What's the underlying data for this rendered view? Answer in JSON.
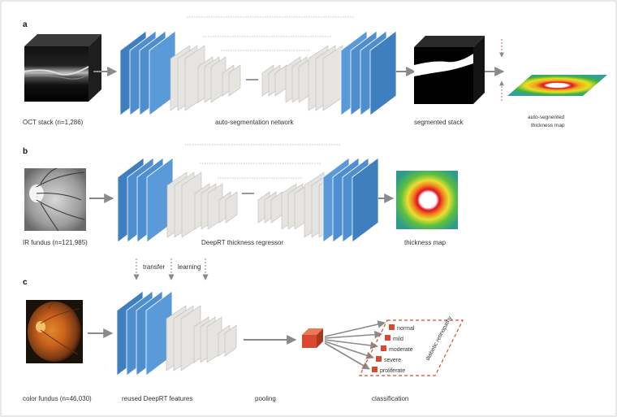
{
  "panels": {
    "a": {
      "letter": "a",
      "input_label": "OCT stack (n=1,286)",
      "network_label": "auto-segmentation network",
      "output_label": "segmented stack",
      "map_label_line1": "auto-segnented",
      "map_label_line2": "thickness map"
    },
    "b": {
      "letter": "b",
      "input_label": "IR fundus (n=121,985)",
      "network_label": "DeepRT thickness regressor",
      "output_label": "thickness map"
    },
    "c": {
      "letter": "c",
      "transfer_word1": "transfer",
      "transfer_word2": "learning",
      "input_label": "color fundus (n=46,030)",
      "features_label": "reused DeepRT features",
      "pooling_label": "pooling",
      "classification_label": "classification",
      "group_label": "diabetic retinopathy",
      "classes": [
        "normal",
        "mild",
        "moderate",
        "severe",
        "proliferate"
      ]
    }
  },
  "colors": {
    "encoder_blue": "#4f8fd0",
    "layer_gray": "#e6e4e1",
    "arrow_gray": "#8a8a8a",
    "class_red": "#d9492f"
  }
}
